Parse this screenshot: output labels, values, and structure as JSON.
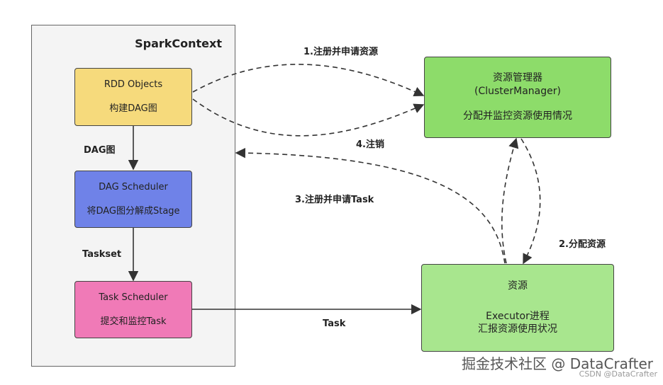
{
  "spark_context": {
    "title": "SparkContext"
  },
  "nodes": {
    "rdd_objects": {
      "line1": "RDD Objects",
      "line2": "构建DAG图",
      "color": "#f6da7c"
    },
    "dag_scheduler": {
      "line1": "DAG Scheduler",
      "line2": "将DAG图分解成Stage",
      "color": "#6f82e8"
    },
    "task_scheduler": {
      "line1": "Task Scheduler",
      "line2": "提交和监控Task",
      "color": "#f07ab7"
    },
    "cluster_manager": {
      "line1": "资源管理器",
      "line2": "(ClusterManager)",
      "line3": "分配并监控资源使用情况",
      "color": "#8ddc6a"
    },
    "executor": {
      "line1": "资源",
      "line2": "Executor进程",
      "line3": "汇报资源使用状况",
      "color": "#a8e68e"
    }
  },
  "edge_labels": {
    "register_resources": "1.注册并申请资源",
    "assign_resources": "2.分配资源",
    "register_task": "3.注册并申请Task",
    "deregister": "4.注销",
    "dag_graph": "DAG图",
    "taskset": "Taskset",
    "task": "Task"
  },
  "watermark": {
    "main": "掘金技术社区 @ DataCrafter",
    "sub": "CSDN @DataCrafter"
  }
}
